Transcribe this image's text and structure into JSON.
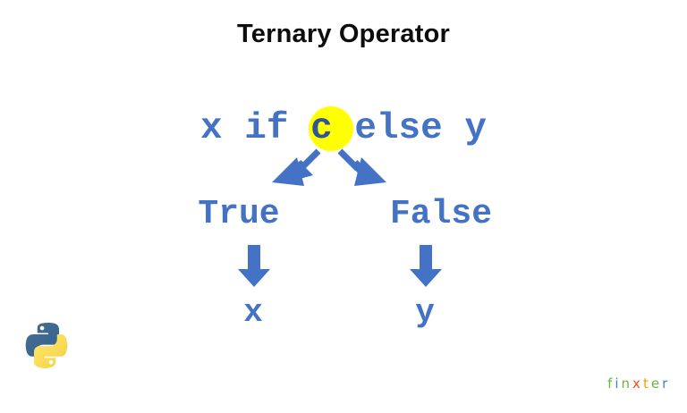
{
  "slide": {
    "title": "Ternary Operator",
    "background_color": "#ffffff",
    "accent_blue": "#4472c4",
    "accent_dark_blue": "#2f5597",
    "highlight_yellow": "#ffff00",
    "title_color": "#0d0d0d"
  },
  "expression": {
    "full_text": "x if c else y",
    "token_x": "x",
    "token_space1": " ",
    "token_if": "if",
    "token_space2": " ",
    "token_condition": "c",
    "token_space3": " ",
    "token_else": "else",
    "token_space4": " ",
    "token_y": "y"
  },
  "branches": {
    "true_label": "True",
    "false_label": "False",
    "true_result": "x",
    "false_result": "y"
  },
  "arrows": {
    "diagonal_left": "arrow-down-left-diagonal",
    "diagonal_right": "arrow-down-right-diagonal",
    "vertical_left": "arrow-down",
    "vertical_right": "arrow-down"
  },
  "branding": {
    "python_logo": "python-logo",
    "finxter_letters": [
      {
        "char": "f",
        "color": "#6cb33f"
      },
      {
        "char": "i",
        "color": "#3b84c6"
      },
      {
        "char": "n",
        "color": "#6cb33f"
      },
      {
        "char": "x",
        "color": "#e8541f"
      },
      {
        "char": "t",
        "color": "#f0a500"
      },
      {
        "char": "e",
        "color": "#6cb33f"
      },
      {
        "char": "r",
        "color": "#3b84c6"
      }
    ]
  }
}
